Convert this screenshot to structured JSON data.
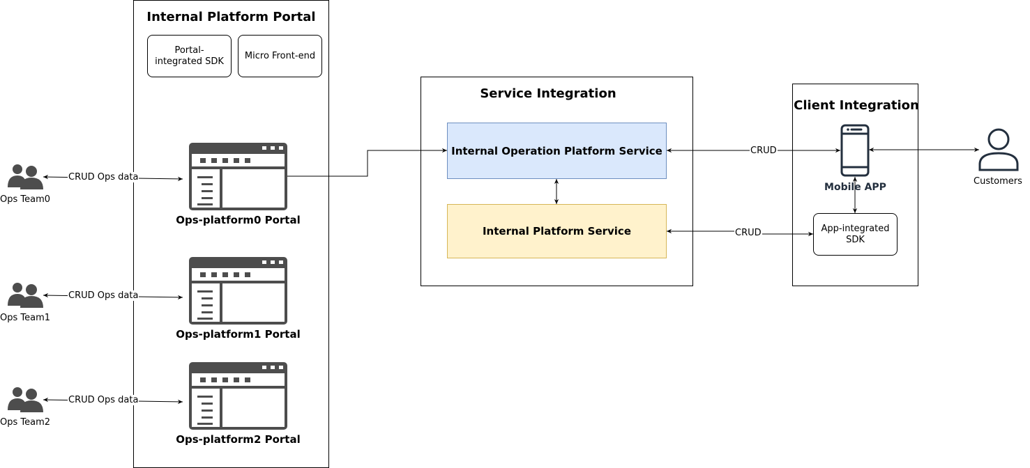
{
  "portal_group": {
    "title": "Internal Platform Portal",
    "sdk_label": "Portal-integrated SDK",
    "mfe_label": "Micro Front-end"
  },
  "service_group": {
    "title": "Service Integration",
    "ops_service": "Internal Operation Platform Service",
    "platform_service": "Internal Platform Service"
  },
  "client_group": {
    "title": "Client Integration",
    "mobile_app": "Mobile APP",
    "app_sdk": "App-integrated SDK"
  },
  "teams": [
    {
      "label": "Ops Team0",
      "edge": "CRUD Ops data",
      "portal": "Ops-platform0 Portal"
    },
    {
      "label": "Ops Team1",
      "edge": "CRUD Ops data",
      "portal": "Ops-platform1 Portal"
    },
    {
      "label": "Ops Team2",
      "edge": "CRUD Ops data",
      "portal": "Ops-platform2 Portal"
    }
  ],
  "edges": {
    "ops_to_mobile": "CRUD",
    "platform_to_sdk": "CRUD"
  },
  "customers": "Customers",
  "colors": {
    "ops_service_fill": "#dae8fc",
    "ops_service_stroke": "#6c8ebf",
    "platform_service_fill": "#fff2cc",
    "platform_service_stroke": "#d6b656",
    "icon_gray": "#4d4d4d",
    "mobile_stroke": "#232f3e"
  }
}
